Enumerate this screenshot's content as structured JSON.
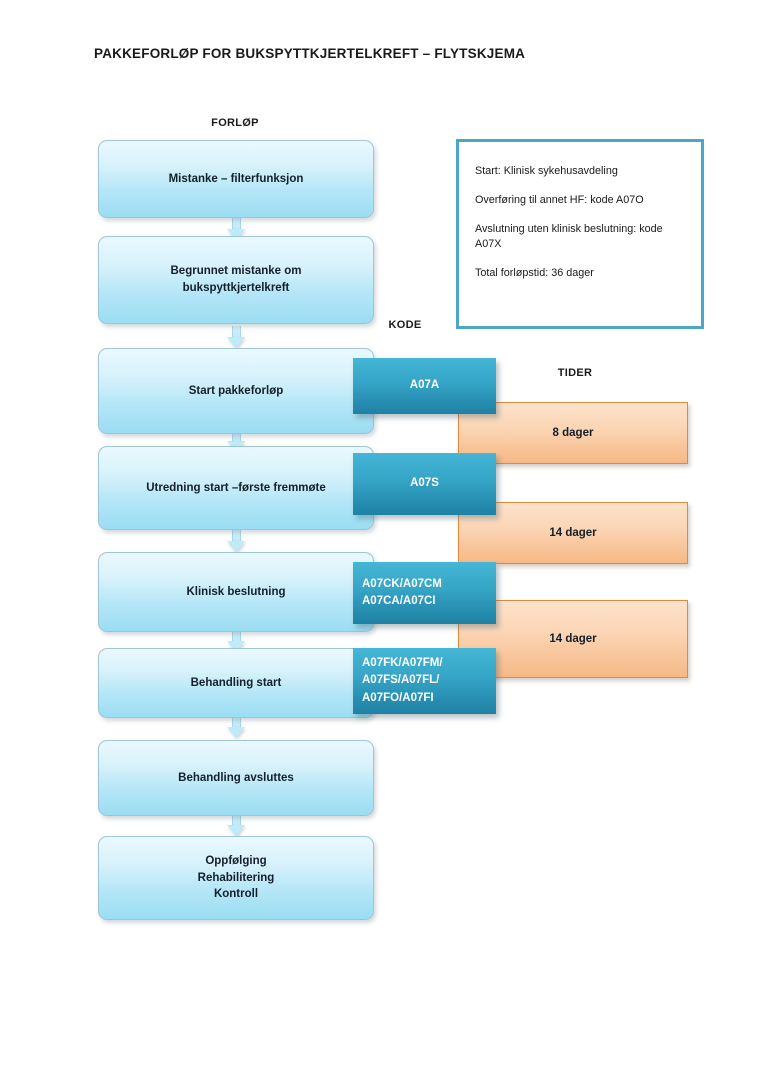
{
  "page": {
    "title": "PAKKEFORLØP FOR BUKSPYTTKJERTELKREFT – FLYTSKJEMA"
  },
  "headers": {
    "forlop": "FORLØP",
    "kode": "KODE",
    "tider": "TIDER"
  },
  "info_box": {
    "lines": [
      "Start: Klinisk sykehusavdeling",
      "Overføring til annet HF: kode A07O",
      "Avslutning uten klinisk beslutning: kode A07X",
      "Total forløpstid: 36 dager"
    ]
  },
  "flow_steps": [
    {
      "label": "Mistanke – filterfunksjon"
    },
    {
      "label": "Begrunnet mistanke om\nbukspyttkjertelkreft"
    },
    {
      "label": "Start pakkeforløp"
    },
    {
      "label": "Utredning start –første fremmøte"
    },
    {
      "label": "Klinisk beslutning"
    },
    {
      "label": "Behandling start"
    },
    {
      "label": "Behandling avsluttes"
    },
    {
      "label": "Oppfølging\nRehabilitering\nKontroll"
    }
  ],
  "code_boxes": [
    {
      "label": "A07A"
    },
    {
      "label": "A07S"
    },
    {
      "label": "A07CK/A07CM\nA07CA/A07CI"
    },
    {
      "label": "A07FK/A07FM/\nA07FS/A07FL/\nA07FO/A07FI"
    }
  ],
  "time_boxes": [
    {
      "label": "8 dager"
    },
    {
      "label": "14 dager"
    },
    {
      "label": "14 dager"
    }
  ],
  "colors": {
    "flow_box_fill_top": "#eaf9fe",
    "flow_box_fill_bottom": "#9bddf2",
    "code_box_fill_top": "#45b6d6",
    "code_box_fill_bottom": "#1f82a4",
    "time_box_fill_top": "#fde2cb",
    "time_box_fill_bottom": "#f6b985",
    "time_box_border": "#e08a3c",
    "info_box_border": "#4aa8c4",
    "text_dark": "#14202b",
    "text_light": "#ffffff"
  }
}
